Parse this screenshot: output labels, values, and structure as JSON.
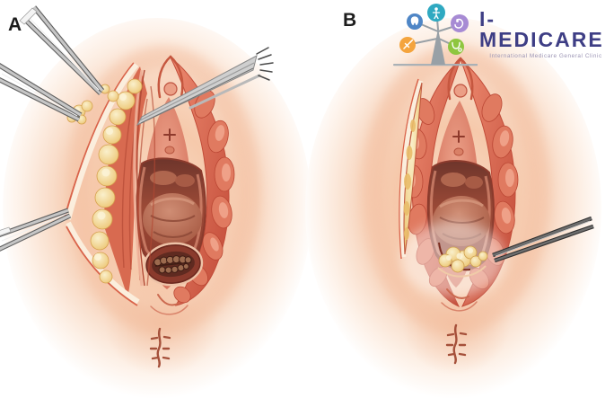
{
  "figure": {
    "kind": "surgical illustration, two-panel vulvar (Bartholin gland cyst excision) drawing"
  },
  "labels": {
    "a": "A",
    "b": "B"
  },
  "logo": {
    "name": "I-MEDICARE",
    "tagline": "International Medicare General Clinic",
    "icons": [
      {
        "name": "tooth-icon",
        "color": "#4f86c6"
      },
      {
        "name": "body-icon",
        "color": "#2fa9c1"
      },
      {
        "name": "fetus-icon",
        "color": "#a78bd4"
      },
      {
        "name": "syringe-icon",
        "color": "#f4a43d"
      },
      {
        "name": "stethoscope-icon",
        "color": "#8ec63f"
      }
    ]
  },
  "palette": {
    "background": "#ffffff",
    "skin_light": "#f9dcc6",
    "skin_mid": "#f6c9ab",
    "skin_ring": "#f3bc9c",
    "labia_light": "#ed8a70",
    "labia_deep": "#c14936",
    "vestibule": "#e89a82",
    "vagina_dark": "#6e352b",
    "fat_light": "#faf0cc",
    "fat_deep": "#edc878",
    "muscle": "#d86a50",
    "skin_edge_cream": "#fbeedd",
    "incision_red": "#d9634a",
    "metal_light": "#c6c6c6",
    "metal_dark": "#5f5f5f",
    "dark_instrument": "#2f2f2f",
    "logo_purple": "#3e3e85",
    "logo_tagline": "#9b94b4",
    "logo_tree": "#98a0a6",
    "label_color": "#1d1d1d"
  }
}
